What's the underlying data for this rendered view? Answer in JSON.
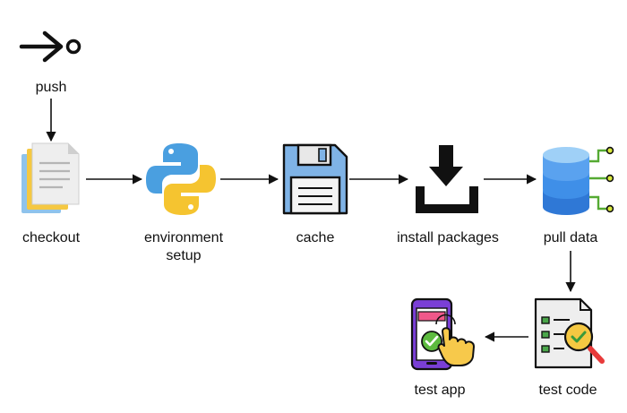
{
  "nodes": {
    "push": {
      "label": "push",
      "icon": "git-push-icon"
    },
    "checkout": {
      "label": "checkout",
      "icon": "documents-icon"
    },
    "environment_setup": {
      "label": "environment setup",
      "line1": "environment",
      "line2": "setup",
      "icon": "python-logo-icon"
    },
    "cache": {
      "label": "cache",
      "icon": "floppy-disk-icon"
    },
    "install_packages": {
      "label": "install packages",
      "icon": "download-icon"
    },
    "pull_data": {
      "label": "pull data",
      "icon": "database-icon"
    },
    "test_code": {
      "label": "test code",
      "icon": "code-review-icon"
    },
    "test_app": {
      "label": "test app",
      "icon": "mobile-app-test-icon"
    }
  },
  "edges": [
    {
      "from": "push",
      "to": "checkout"
    },
    {
      "from": "checkout",
      "to": "environment_setup"
    },
    {
      "from": "environment_setup",
      "to": "cache"
    },
    {
      "from": "cache",
      "to": "install_packages"
    },
    {
      "from": "install_packages",
      "to": "pull_data"
    },
    {
      "from": "pull_data",
      "to": "test_code"
    },
    {
      "from": "test_code",
      "to": "test_app"
    }
  ],
  "colors": {
    "arrow": "#111111",
    "python_blue": "#4a9fe0",
    "python_yellow": "#f5c430",
    "floppy": "#7fb3e6",
    "database": "#3f8fe8",
    "database_light": "#9fd0f7",
    "connector_green": "#55aa33",
    "phone": "#7a3fd6",
    "check_green": "#5dbb3f",
    "hand": "#f7c94b",
    "magnifier": "#e83a3a"
  }
}
